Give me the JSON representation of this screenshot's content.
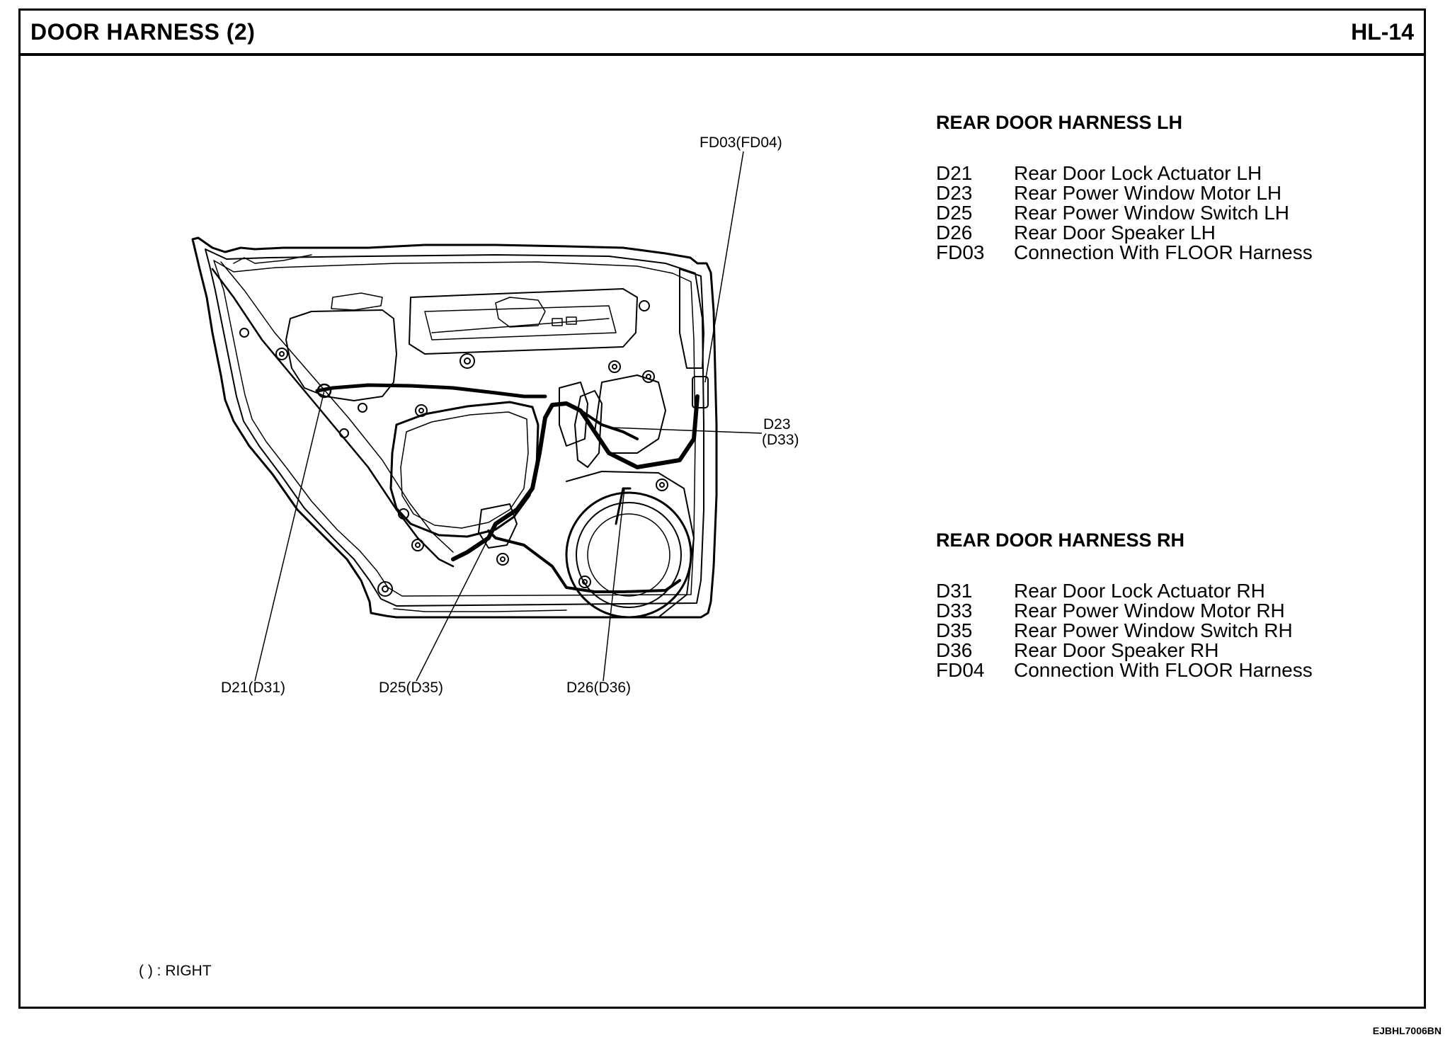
{
  "header": {
    "title": "DOOR HARNESS (2)",
    "page_code": "HL-14"
  },
  "callouts": {
    "fd03": "FD03(FD04)",
    "d23": "D23",
    "d33": "(D33)",
    "d21": "D21(D31)",
    "d25": "D25(D35)",
    "d26": "D26(D36)"
  },
  "lh": {
    "title": "REAR DOOR HARNESS LH",
    "items": [
      {
        "code": "D21",
        "desc": "Rear Door Lock Actuator LH"
      },
      {
        "code": "D23",
        "desc": "Rear Power Window Motor LH"
      },
      {
        "code": "D25",
        "desc": "Rear Power Window Switch LH"
      },
      {
        "code": "D26",
        "desc": "Rear Door Speaker LH"
      },
      {
        "code": "FD03",
        "desc": "Connection With FLOOR Harness"
      }
    ]
  },
  "rh": {
    "title": "REAR DOOR HARNESS RH",
    "items": [
      {
        "code": "D31",
        "desc": "Rear Door Lock Actuator RH"
      },
      {
        "code": "D33",
        "desc": "Rear Power Window Motor RH"
      },
      {
        "code": "D35",
        "desc": "Rear Power Window Switch RH"
      },
      {
        "code": "D36",
        "desc": "Rear Door Speaker RH"
      },
      {
        "code": "FD04",
        "desc": "Connection With FLOOR Harness"
      }
    ]
  },
  "legend": {
    "note": "(  ) : RIGHT"
  },
  "footer": {
    "code": "EJBHL7006BN"
  }
}
